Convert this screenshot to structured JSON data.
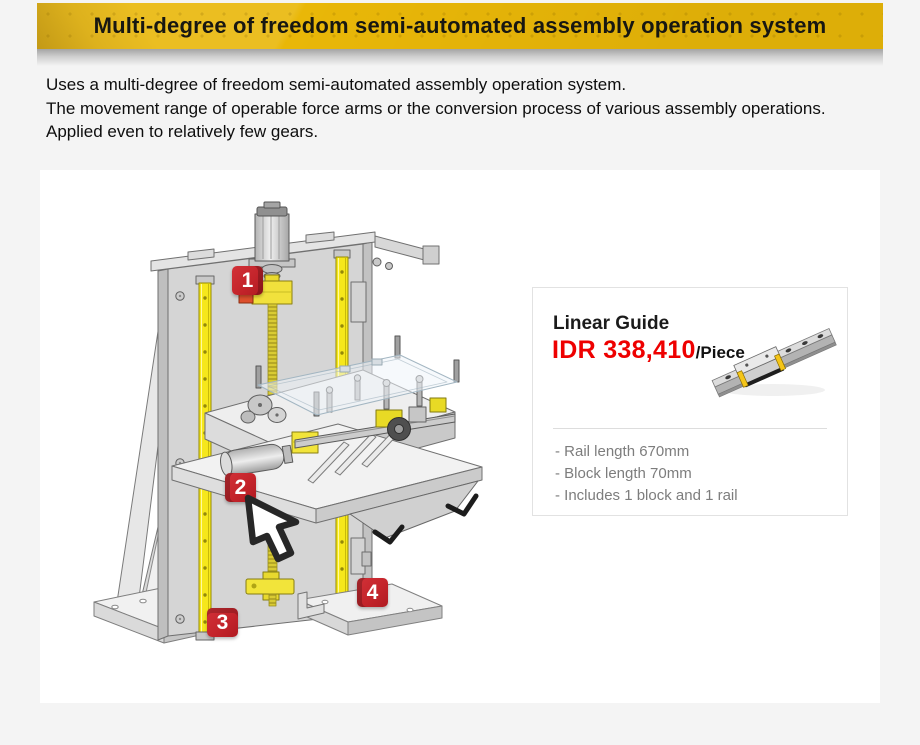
{
  "banner": {
    "title": "Multi-degree of freedom semi-automated assembly operation system",
    "bg_color": "#e9b708",
    "text_color": "#171712"
  },
  "intro": {
    "lines": [
      "Uses a multi-degree of freedom semi-automated assembly operation system.",
      "The movement range of operable force arms or the conversion process of various assembly operations.",
      "Applied even to relatively few gears."
    ]
  },
  "figure": {
    "type": "isometric illustration of semi-automated assembly machine",
    "badge_color": "#c4242b",
    "badges": [
      {
        "label": "1"
      },
      {
        "label": "2"
      },
      {
        "label": "3"
      },
      {
        "label": "4"
      }
    ],
    "cursor_icon": "cursor-arrow-icon"
  },
  "product_card": {
    "name": "Linear Guide",
    "price": "IDR 338,410",
    "price_unit": "/Piece",
    "price_color": "#ee0000",
    "image": "linear-guide-image",
    "specs": [
      "- Rail length 670mm",
      "- Block length 70mm",
      "- Includes 1 block and 1 rail"
    ]
  }
}
